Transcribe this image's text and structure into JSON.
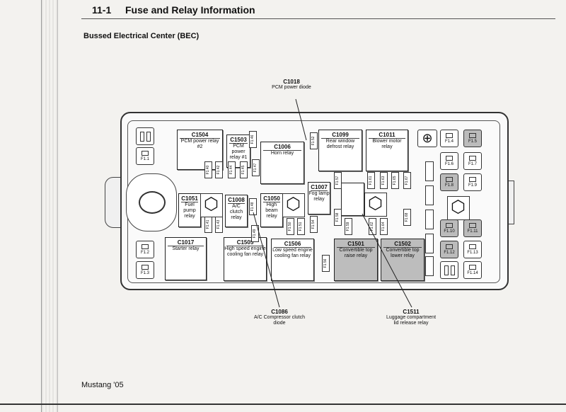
{
  "header": {
    "section": "11-1",
    "title": "Fuse and Relay Information"
  },
  "subtitle": "Bussed Electrical Center (BEC)",
  "footer": "Mustang '05",
  "relays": [
    {
      "id": "C1504",
      "name": "PCM power relay #2"
    },
    {
      "id": "C1503",
      "name": "PCM power relay #1"
    },
    {
      "id": "C1006",
      "name": "Horn relay"
    },
    {
      "id": "C1099",
      "name": "Rear window defrost relay"
    },
    {
      "id": "C1011",
      "name": "Blower motor relay"
    },
    {
      "id": "C1051",
      "name": "Fuel pump relay"
    },
    {
      "id": "C1008",
      "name": "A/C clutch relay"
    },
    {
      "id": "C1050",
      "name": "High beam relay"
    },
    {
      "id": "C1007",
      "name": "Fog lamp relay"
    },
    {
      "id": "C1017",
      "name": "Starter relay"
    },
    {
      "id": "C1505",
      "name": "High speed engine cooling fan relay"
    },
    {
      "id": "C1506",
      "name": "Low speed engine cooling fan relay"
    },
    {
      "id": "C1501",
      "name": "Convertible top raise relay"
    },
    {
      "id": "C1502",
      "name": "Convertible top lower relay"
    }
  ],
  "callouts": [
    {
      "id": "C1018",
      "name": "PCM power diode"
    },
    {
      "id": "C1086",
      "name": "A/C Compressor clutch diode"
    },
    {
      "id": "C1511",
      "name": "Luggage compartment lid release relay"
    }
  ],
  "large_fuses": [
    "F1.1",
    "F1.2",
    "F1.3",
    "F1.4",
    "F1.5",
    "F1.6",
    "F1.7",
    "F1.8",
    "F1.9",
    "F1.10",
    "F1.11",
    "F1.12",
    "F1.13",
    "F1.14"
  ],
  "mini_fuses": [
    "F1.40",
    "F1.42",
    "F1.44",
    "F1.45",
    "F1.46",
    "F1.47",
    "F1.41",
    "F1.43",
    "F1.48",
    "F1.49",
    "F1.50",
    "F1.51",
    "F1.52",
    "F1.54",
    "F1.56",
    "F1.57",
    "F1.58",
    "F1.59",
    "F1.61",
    "F1.62",
    "F1.63",
    "F1.64",
    "F1.65",
    "F1.67",
    "F1.68"
  ]
}
